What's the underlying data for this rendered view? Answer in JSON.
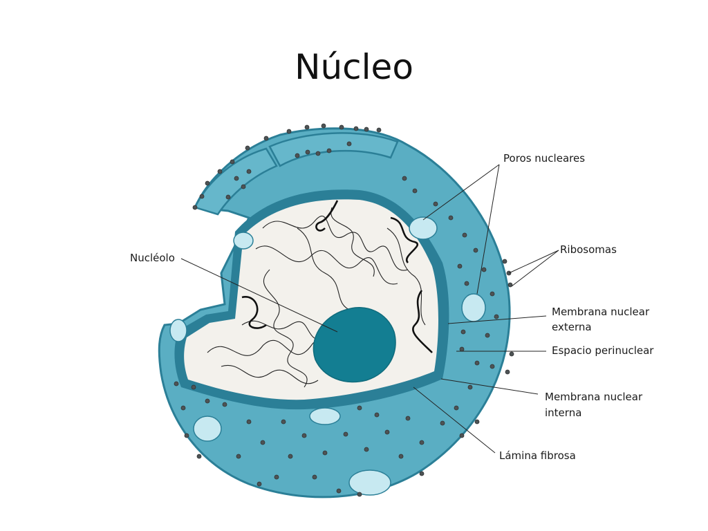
{
  "title": "Núcleo",
  "labels": {
    "poros": "Poros nucleares",
    "ribosomas": "Ribosomas",
    "nucleolo": "Nucléolo",
    "membrana_externa_1": "Membrana nuclear",
    "membrana_externa_2": "externa",
    "espacio": "Espacio perinuclear",
    "membrana_interna_1": "Membrana nuclear",
    "membrana_interna_2": "interna",
    "lamina": "Lámina fibrosa"
  },
  "colors": {
    "cytoplasm": "#5aaec3",
    "membrane_dark": "#2b7f97",
    "nucleoplasm": "#f3f1ec",
    "nucleolus": "#137e92",
    "pore": "#c7e9f1",
    "ribosome": "#555555"
  }
}
